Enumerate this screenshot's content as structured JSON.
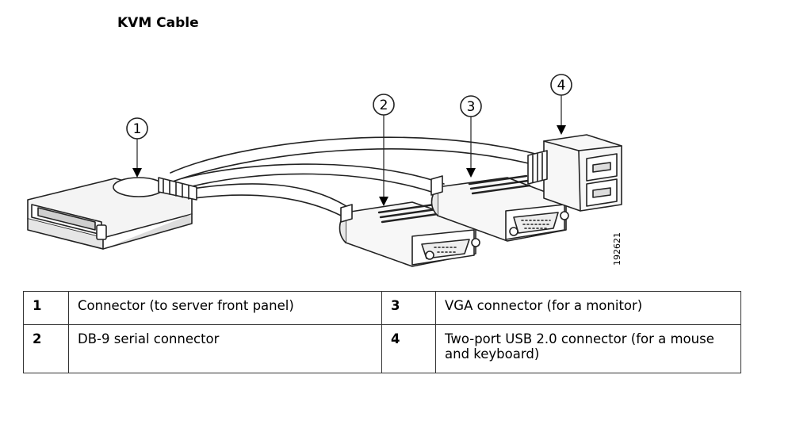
{
  "title": "KVM Cable",
  "figure_id": "192621",
  "callouts": [
    "1",
    "2",
    "3",
    "4"
  ],
  "legend": {
    "rows": [
      {
        "left": {
          "num": "1",
          "text": "Connector (to server front panel)"
        },
        "right": {
          "num": "3",
          "text": "VGA connector (for a monitor)"
        }
      },
      {
        "left": {
          "num": "2",
          "text": "DB-9 serial connector"
        },
        "right": {
          "num": "4",
          "text": "Two-port USB 2.0 connector (for a mouse and keyboard)"
        }
      }
    ]
  }
}
